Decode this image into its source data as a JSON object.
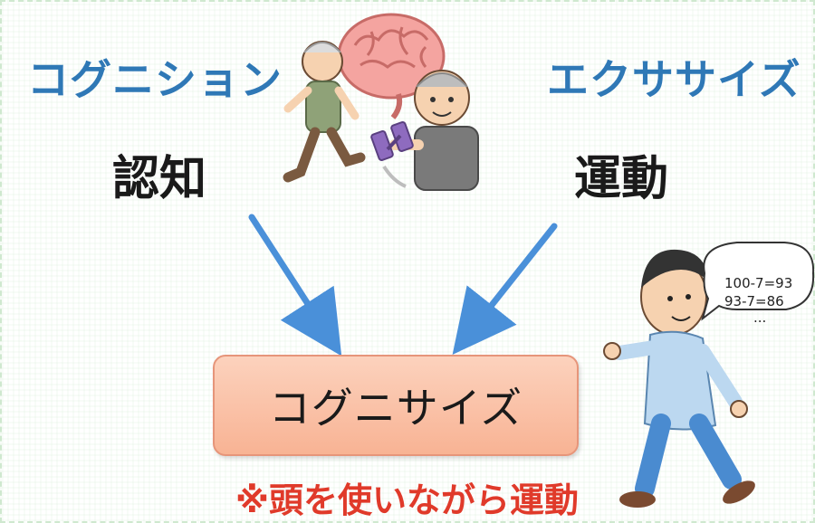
{
  "diagram": {
    "left": {
      "english": "コグニション",
      "japanese": "認知"
    },
    "right": {
      "english": "エクササイズ",
      "japanese": "運動"
    },
    "result": {
      "label": "コグニサイズ"
    },
    "note": "※頭を使いながら運動",
    "speech_bubble": {
      "lines": [
        "100-7=93",
        "93-7=86",
        "..."
      ]
    }
  },
  "colors": {
    "english_text": "#2f78b6",
    "arrow": "#4a90d9",
    "note_text": "#e03a2a",
    "result_box": "#f8b394"
  },
  "illustrations": [
    "elderly-exercisers-illustration",
    "walking-man-illustration",
    "brain-illustration"
  ]
}
